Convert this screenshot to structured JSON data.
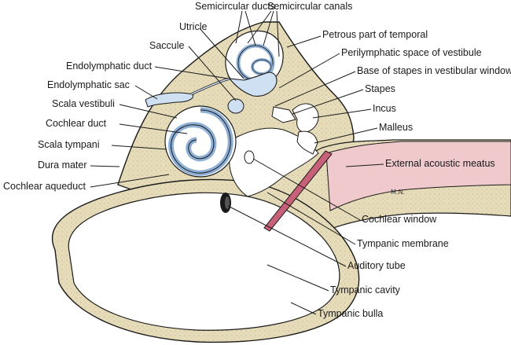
{
  "labels": {
    "semicircular_ducts": "Semicircular ducts",
    "semicircular_canals": "Semicircular canals",
    "utricle": "Utricle",
    "saccule": "Saccule",
    "petrous_part": "Petrous part of temporal",
    "perilymphatic_space": "Perilymphatic space of vestibule",
    "endolymphatic_duct": "Endolymphatic duct",
    "base_of_stapes": "Base of stapes in vestibular window",
    "endolymphatic_sac": "Endolymphatic sac",
    "stapes": "Stapes",
    "scala_vestibuli": "Scala vestibuli",
    "incus": "Incus",
    "cochlear_duct": "Cochlear duct",
    "malleus": "Malleus",
    "scala_tympani": "Scala tympani",
    "dura_mater": "Dura mater",
    "external_acoustic_meatus": "External acoustic meatus",
    "cochlear_aqueduct": "Cochlear aqueduct",
    "cochlear_window": "Cochlear window",
    "tympanic_membrane": "Tympanic membrane",
    "auditory_tube": "Auditory tube",
    "tympanic_cavity": "Tympanic cavity",
    "tympanic_bulla": "Tympanic bulla"
  },
  "signature": "M.N.",
  "colors": {
    "bone": "#e6dcb9",
    "membranous": "#cfe0f2",
    "meatus": "#efc9cb",
    "membrane": "#c9607a",
    "outline": "#1a1a1a"
  }
}
